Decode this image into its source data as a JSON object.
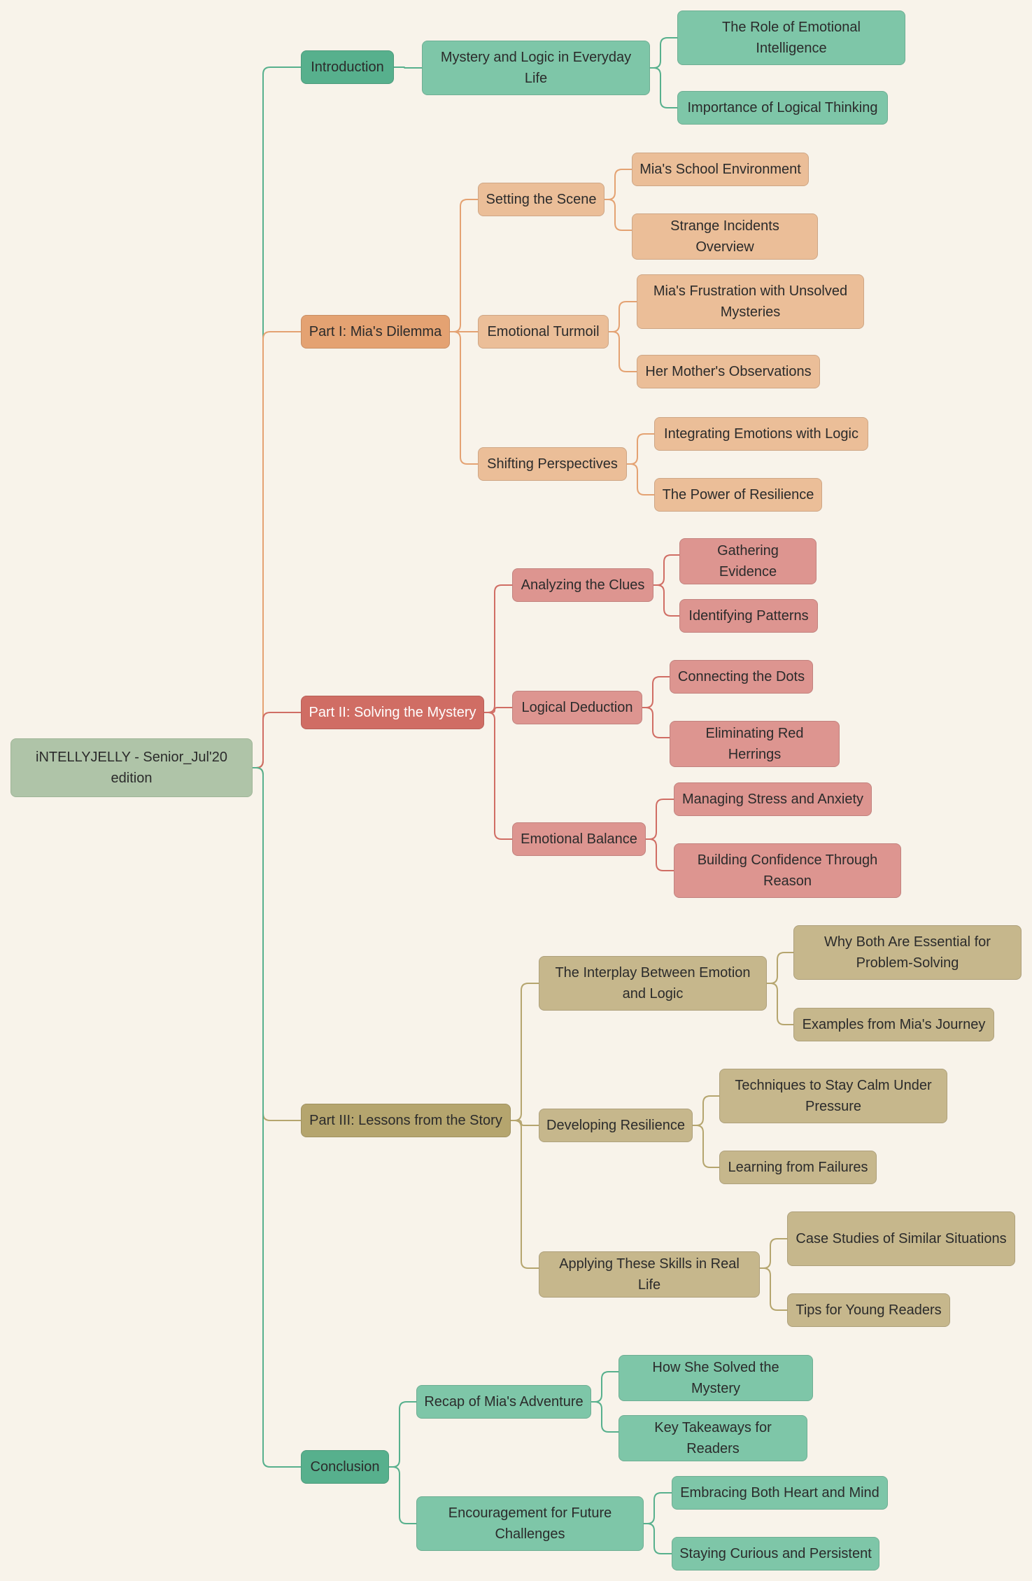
{
  "diagram": {
    "root": "iNTELLYJELLY - Senior_Jul'20 edition",
    "branches": [
      {
        "key": "intro",
        "label": "Introduction",
        "color": "#57b08d",
        "children": [
          {
            "label": "Mystery and Logic in Everyday Life",
            "children": [
              "The Role of Emotional Intelligence",
              "Importance of Logical Thinking"
            ]
          }
        ]
      },
      {
        "key": "p1",
        "label": "Part I: Mia's Dilemma",
        "color": "#e4a272",
        "children": [
          {
            "label": "Setting the Scene",
            "children": [
              "Mia's School Environment",
              "Strange Incidents Overview"
            ]
          },
          {
            "label": "Emotional Turmoil",
            "children": [
              "Mia's Frustration with Unsolved Mysteries",
              "Her Mother's Observations"
            ]
          },
          {
            "label": "Shifting Perspectives",
            "children": [
              "Integrating Emotions with Logic",
              "The Power of Resilience"
            ]
          }
        ]
      },
      {
        "key": "p2",
        "label": "Part II: Solving the Mystery",
        "color": "#d06d64",
        "children": [
          {
            "label": "Analyzing the Clues",
            "children": [
              "Gathering Evidence",
              "Identifying Patterns"
            ]
          },
          {
            "label": "Logical Deduction",
            "children": [
              "Connecting the Dots",
              "Eliminating Red Herrings"
            ]
          },
          {
            "label": "Emotional Balance",
            "children": [
              "Managing Stress and Anxiety",
              "Building Confidence Through Reason"
            ]
          }
        ]
      },
      {
        "key": "p3",
        "label": "Part III: Lessons from the Story",
        "color": "#b5a56e",
        "children": [
          {
            "label": "The Interplay Between Emotion and Logic",
            "children": [
              "Why Both Are Essential for Problem-Solving",
              "Examples from Mia's Journey"
            ]
          },
          {
            "label": "Developing Resilience",
            "children": [
              "Techniques to Stay Calm Under Pressure",
              "Learning from Failures"
            ]
          },
          {
            "label": "Applying These Skills in Real Life",
            "children": [
              "Case Studies of Similar Situations",
              "Tips for Young Readers"
            ]
          }
        ]
      },
      {
        "key": "concl",
        "label": "Conclusion",
        "color": "#57b08d",
        "children": [
          {
            "label": "Recap of Mia's Adventure",
            "children": [
              "How She Solved the Mystery",
              "Key Takeaways for Readers"
            ]
          },
          {
            "label": "Encouragement for Future Challenges",
            "children": [
              "Embracing Both Heart and Mind",
              "Staying Curious and Persistent"
            ]
          }
        ]
      }
    ]
  }
}
